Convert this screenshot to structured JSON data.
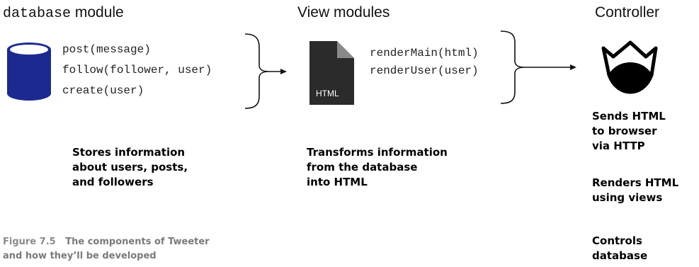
{
  "headers": {
    "database_code": "database",
    "database_rest": " module",
    "view": "View modules",
    "controller": "Controller"
  },
  "database": {
    "methods": [
      "post(message)",
      "follow(follower, user)",
      "create(user)"
    ],
    "description": [
      "Stores information",
      "about users, posts,",
      "and followers"
    ],
    "icon": "database-cylinder-icon",
    "color": "#1c2a8f"
  },
  "view": {
    "methods": [
      "renderMain(html)",
      "renderUser(user)"
    ],
    "file_label": "HTML",
    "description": [
      "Transforms information",
      "from the database",
      "into HTML"
    ],
    "icon": "html-file-icon",
    "color": "#2b2b2b"
  },
  "controller": {
    "icon": "crown-icon",
    "responsibilities": [
      [
        "Sends HTML",
        "to browser",
        "via HTTP"
      ],
      [
        "Renders HTML",
        "using views"
      ],
      [
        "Controls",
        "database"
      ]
    ]
  },
  "caption": {
    "figure": "Figure 7.5",
    "text_line1": "The components of Tweeter",
    "text_line2": "and how they’ll be developed"
  }
}
